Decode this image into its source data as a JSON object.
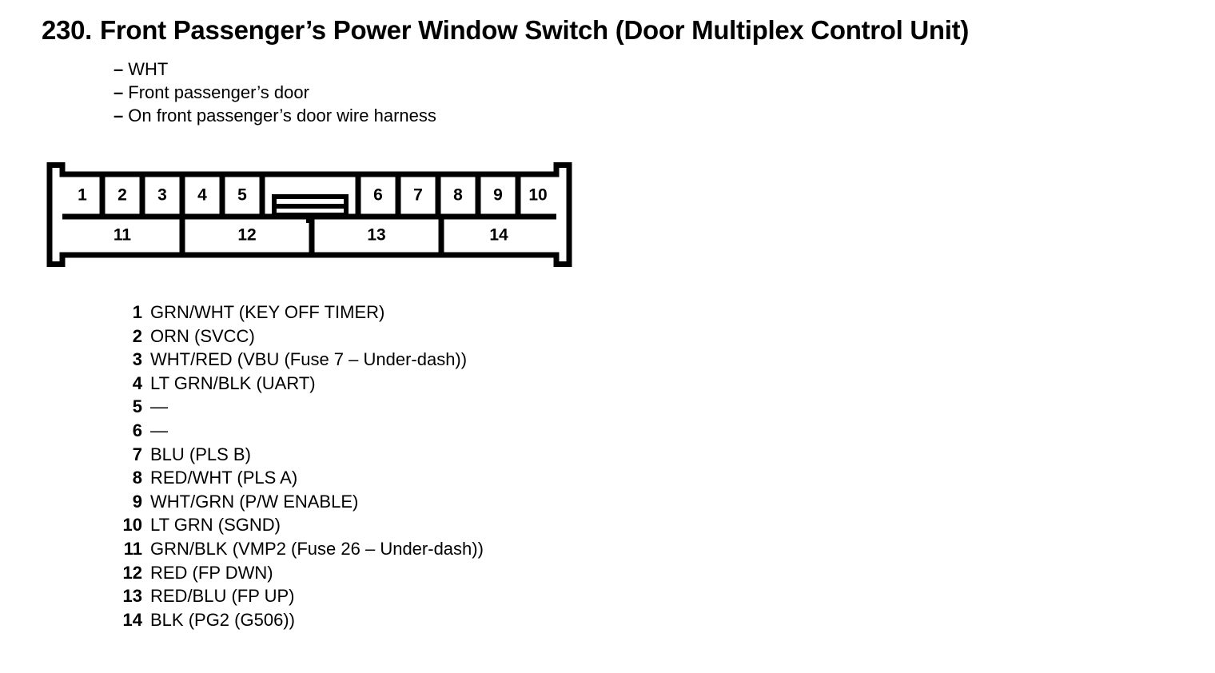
{
  "title": {
    "number": "230.",
    "text": "Front Passenger’s Power Window Switch (Door Multiplex Control Unit)"
  },
  "subtitles": [
    {
      "dash": "–",
      "text": "WHT"
    },
    {
      "dash": "–",
      "text": "Front passenger’s door"
    },
    {
      "dash": "–",
      "text": "On front passenger’s door wire harness"
    }
  ],
  "connector": {
    "type": "14-pin connector terminal layout",
    "outline_color": "#000000",
    "top_row": [
      "1",
      "2",
      "3",
      "4",
      "5",
      "6",
      "7",
      "8",
      "9",
      "10"
    ],
    "bottom_row": [
      "11",
      "12",
      "13",
      "14"
    ],
    "center_latch": "latch-tab"
  },
  "pins": [
    {
      "num": "1",
      "desc": "GRN/WHT (KEY OFF TIMER)"
    },
    {
      "num": "2",
      "desc": "ORN (SVCC)"
    },
    {
      "num": "3",
      "desc": "WHT/RED (VBU (Fuse 7 – Under-dash))"
    },
    {
      "num": "4",
      "desc": "LT GRN/BLK (UART)"
    },
    {
      "num": "5",
      "desc": "—"
    },
    {
      "num": "6",
      "desc": "—"
    },
    {
      "num": "7",
      "desc": "BLU (PLS B)"
    },
    {
      "num": "8",
      "desc": "RED/WHT (PLS A)"
    },
    {
      "num": "9",
      "desc": "WHT/GRN (P/W ENABLE)"
    },
    {
      "num": "10",
      "desc": "LT GRN (SGND)"
    },
    {
      "num": "11",
      "desc": "GRN/BLK (VMP2 (Fuse 26 – Under-dash))"
    },
    {
      "num": "12",
      "desc": "RED (FP DWN)"
    },
    {
      "num": "13",
      "desc": "RED/BLU (FP UP)"
    },
    {
      "num": "14",
      "desc": "BLK (PG2 (G506))"
    }
  ]
}
